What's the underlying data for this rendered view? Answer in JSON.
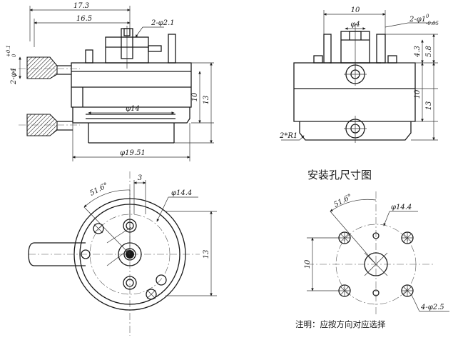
{
  "front_view": {
    "dims": {
      "overall_width": "17.3",
      "inner_width": "16.5",
      "pin_dia": "2-φ2.1",
      "side_dia": "2-φ4",
      "side_dia_tol": "+0.1",
      "side_dia_tol2": "0",
      "height_10": "10",
      "height_13": "13",
      "base_dia": "φ14",
      "body_dia": "φ19.51"
    }
  },
  "side_view": {
    "dims": {
      "width_10": "10",
      "slot_dia": "φ4",
      "pin_dia": "2-φ1",
      "pin_tol_upper": "0",
      "pin_tol_lower": "-0.05",
      "dim_4_3": "4.3",
      "dim_5_8": "5.8",
      "height_10": "10",
      "height_13": "13",
      "radius": "2*R1"
    }
  },
  "bottom_view": {
    "dims": {
      "angle": "51.6°",
      "offset": "3",
      "circle_dia": "φ14.4",
      "height_13": "13"
    }
  },
  "mounting_pattern": {
    "title": "安装孔尺寸图",
    "dims": {
      "angle": "51.6°",
      "circle_dia": "φ14.4",
      "height_10": "10",
      "hole_spec": "4-φ2.5"
    },
    "note": "注明：应按方向对应选择"
  }
}
